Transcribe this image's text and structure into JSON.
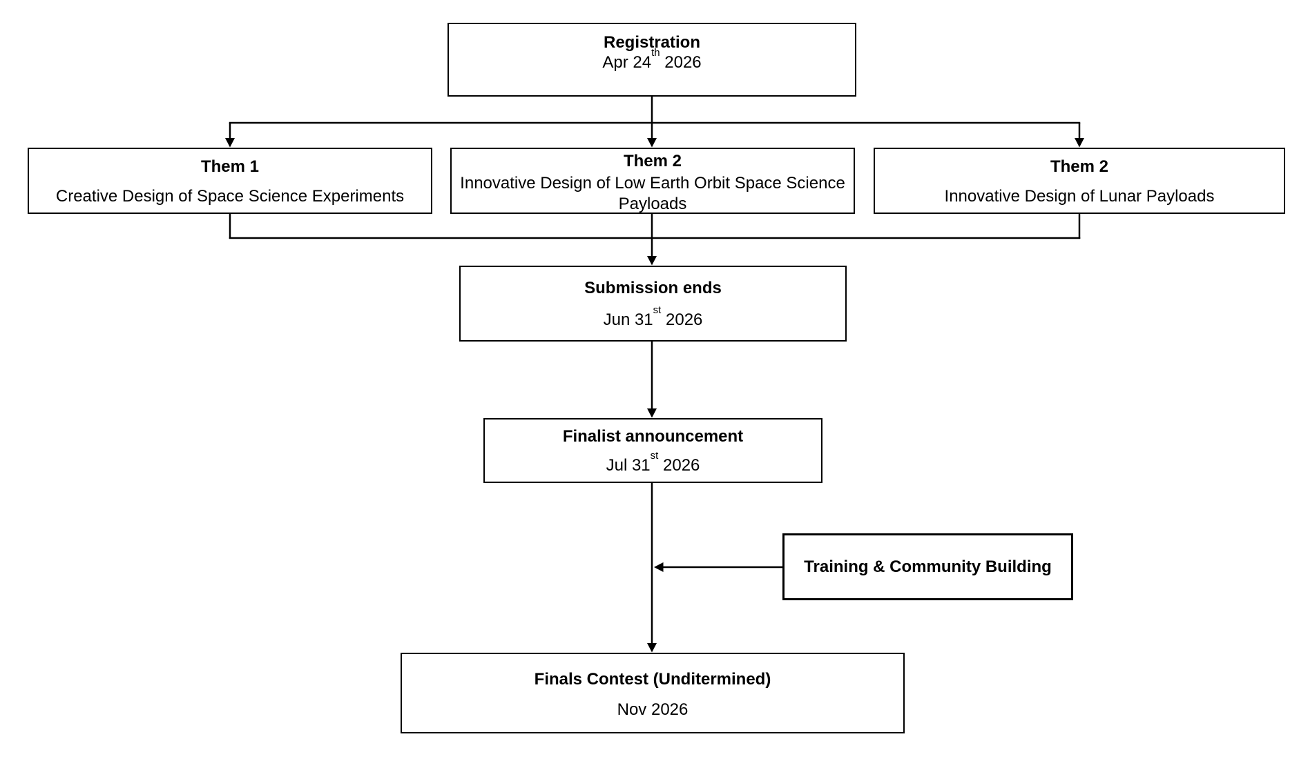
{
  "diagram": {
    "colors": {
      "background": "#ffffff",
      "node_fill": "#ffffff",
      "border": "#000000",
      "text": "#000000",
      "line": "#000000"
    },
    "nodes": {
      "registration": {
        "title": "Registration",
        "date": {
          "pre": "Apr 24",
          "sup": "th",
          "post": " 2026"
        }
      },
      "theme1": {
        "title": "Them 1",
        "desc": "Creative Design of Space Science Experiments"
      },
      "theme2": {
        "title": "Them 2",
        "desc": "Innovative Design of Low Earth Orbit Space Science Payloads"
      },
      "theme3": {
        "title": "Them 2",
        "desc": "Innovative Design of Lunar Payloads"
      },
      "submission": {
        "title": "Submission ends",
        "date": {
          "pre": "Jun 31",
          "sup": "st",
          "post": " 2026"
        }
      },
      "finalist": {
        "title": "Finalist announcement",
        "date": {
          "pre": "Jul 31",
          "sup": "st",
          "post": " 2026"
        }
      },
      "training": {
        "title": "Training & Community Building"
      },
      "finals": {
        "title": "Finals Contest (Unditermined)",
        "date": {
          "pre": "Nov 2026",
          "sup": "",
          "post": ""
        }
      }
    },
    "edges": [
      {
        "from": "registration",
        "to": "theme1"
      },
      {
        "from": "registration",
        "to": "theme2"
      },
      {
        "from": "registration",
        "to": "theme3"
      },
      {
        "from": "theme1",
        "to": "submission"
      },
      {
        "from": "theme2",
        "to": "submission"
      },
      {
        "from": "theme3",
        "to": "submission"
      },
      {
        "from": "submission",
        "to": "finalist"
      },
      {
        "from": "finalist",
        "to": "finals"
      },
      {
        "from": "training",
        "to": "finalist-finals-line"
      }
    ]
  }
}
